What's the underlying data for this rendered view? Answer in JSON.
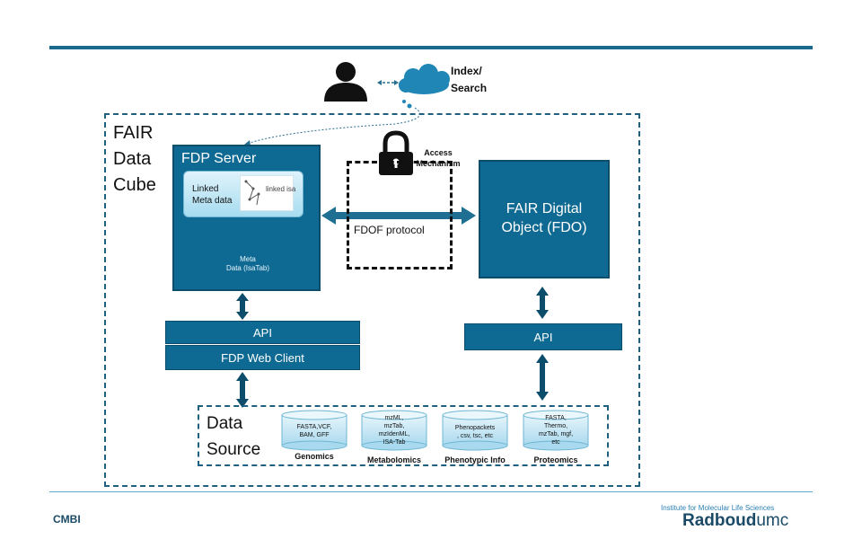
{
  "header": {
    "index_search_line1": "Index/",
    "index_search_line2": "Search"
  },
  "cube": {
    "line1": "FAIR",
    "line2": "Data",
    "line3": "Cube"
  },
  "fdp_server": {
    "title": "FDP Server",
    "linked_line1": "Linked",
    "linked_line2": "Meta data",
    "logo_text": "linked isa",
    "meta_line1": "Meta",
    "meta_line2": "Data (IsaTab)"
  },
  "access": {
    "line1": "Access",
    "line2": "Mechanism",
    "protocol": "FDOF protocol"
  },
  "fdo": {
    "line1": "FAIR Digital",
    "line2": "Object (FDO)"
  },
  "left_stack": {
    "api": "API",
    "web_client": "FDP Web Client"
  },
  "right_stack": {
    "api": "API"
  },
  "data_source": {
    "line1": "Data",
    "line2": "Source",
    "items": [
      {
        "text1": "FASTA,VCF,",
        "text2": "BAM, GFF",
        "text3": "",
        "text4": "",
        "label": "Genomics"
      },
      {
        "text1": "mzML,",
        "text2": "mzTab,",
        "text3": "mzIdenML,",
        "text4": "ISA-Tab",
        "label": "Metabolomics"
      },
      {
        "text1": "Phenopackets",
        "text2": ", csv, tsc, etc",
        "text3": "",
        "text4": "",
        "label": "Phenotypic Info"
      },
      {
        "text1": "FASTA,",
        "text2": "Thermo,",
        "text3": "mzTab, mgf,",
        "text4": "etc",
        "label": "Proteomics"
      }
    ]
  },
  "footer": {
    "left": "CMBI",
    "institute": "Institute for Molecular Life Sciences",
    "brand_bold": "Radboud",
    "brand_light": "umc"
  },
  "colors": {
    "primary": "#0f6a93",
    "border": "#0b4d6b",
    "accent": "#5ba9c9"
  }
}
